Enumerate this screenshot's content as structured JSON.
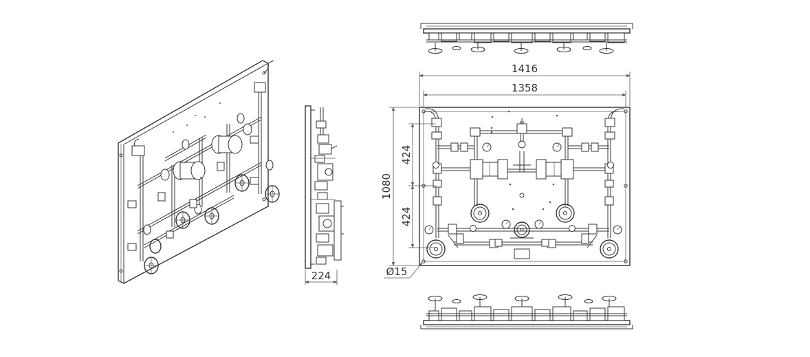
{
  "drawing": {
    "line_color": "#333333",
    "background": "#ffffff"
  },
  "dimensions": {
    "overall_width": "1416",
    "plate_width": "1358",
    "height": "1080",
    "upper_spacing": "424",
    "lower_spacing": "424",
    "depth": "224",
    "hole_diameter": "Ø15"
  }
}
